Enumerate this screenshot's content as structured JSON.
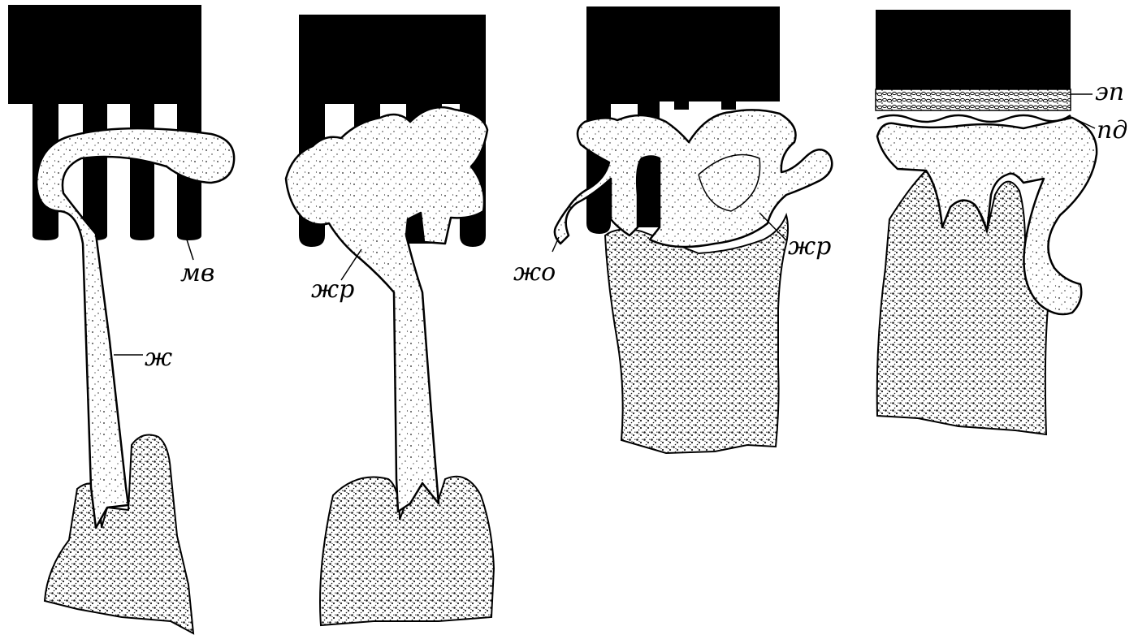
{
  "labels": {
    "mv": "мв",
    "zh": "ж",
    "zhr1": "жр",
    "zho": "жо",
    "zhr2": "жр",
    "ep": "эп",
    "pd": "пд"
  },
  "colors": {
    "ink": "#000000",
    "paper": "#ffffff",
    "stipple": "#1a1a1a"
  }
}
